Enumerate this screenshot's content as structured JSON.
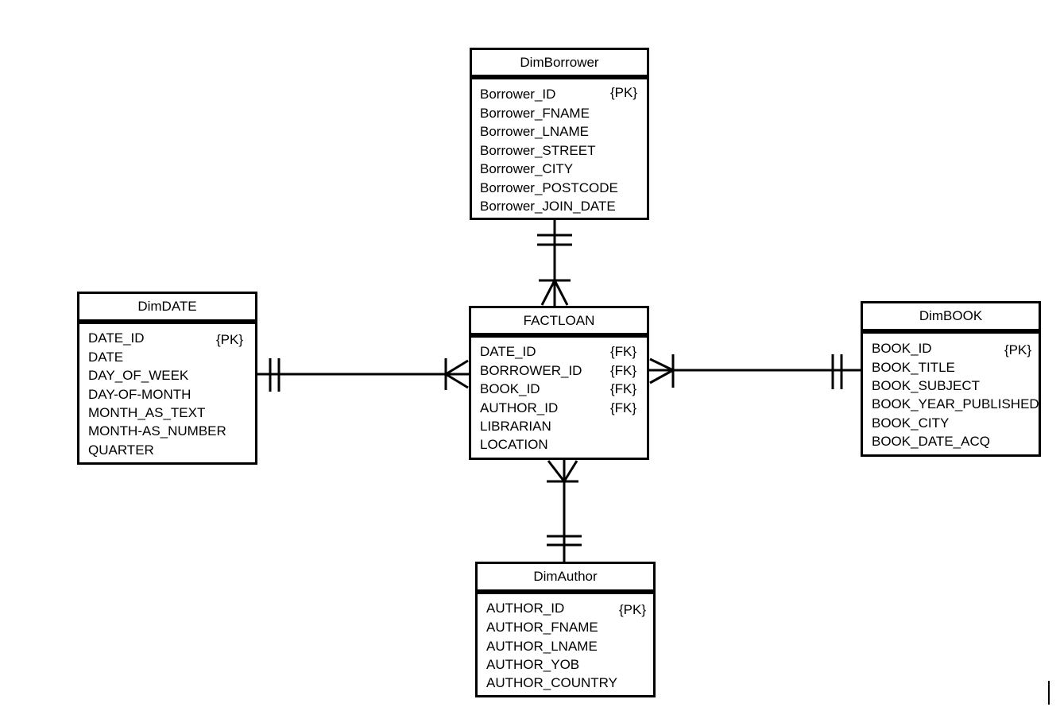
{
  "entities": {
    "borrower": {
      "title": "DimBorrower",
      "attributes": [
        "Borrower_ID",
        "Borrower_FNAME",
        "Borrower_LNAME",
        "Borrower_STREET",
        "Borrower_CITY",
        "Borrower_POSTCODE",
        "Borrower_JOIN_DATE"
      ],
      "key_label": "{PK}"
    },
    "date": {
      "title": "DimDATE",
      "attributes": [
        "DATE_ID",
        "DATE",
        "DAY_OF_WEEK",
        "DAY-OF-MONTH",
        "MONTH_AS_TEXT",
        "MONTH-AS_NUMBER",
        "QUARTER"
      ],
      "key_label": "{PK}"
    },
    "factloan": {
      "title": "FACTLOAN",
      "attributes": [
        "DATE_ID",
        "BORROWER_ID",
        "BOOK_ID",
        "AUTHOR_ID",
        "LIBRARIAN",
        "LOCATION"
      ],
      "key_labels": [
        "{FK}",
        "{FK}",
        "{FK}",
        "{FK}"
      ]
    },
    "book": {
      "title": "DimBOOK",
      "attributes": [
        "BOOK_ID",
        "BOOK_TITLE",
        "BOOK_SUBJECT",
        "BOOK_YEAR_PUBLISHED",
        "BOOK_CITY",
        "BOOK_DATE_ACQ"
      ],
      "key_label": "{PK}"
    },
    "author": {
      "title": "DimAuthor",
      "attributes": [
        "AUTHOR_ID",
        "AUTHOR_FNAME",
        "AUTHOR_LNAME",
        "AUTHOR_YOB",
        "AUTHOR_COUNTRY"
      ],
      "key_label": "{PK}"
    }
  },
  "relationships": [
    {
      "from": "DimBorrower",
      "to": "FACTLOAN",
      "from_cardinality": "one-and-only-one",
      "to_cardinality": "one-or-many"
    },
    {
      "from": "DimDATE",
      "to": "FACTLOAN",
      "from_cardinality": "one-and-only-one",
      "to_cardinality": "one-or-many"
    },
    {
      "from": "DimBOOK",
      "to": "FACTLOAN",
      "from_cardinality": "one-and-only-one",
      "to_cardinality": "one-or-many"
    },
    {
      "from": "DimAuthor",
      "to": "FACTLOAN",
      "from_cardinality": "one-and-only-one",
      "to_cardinality": "one-or-many"
    }
  ]
}
